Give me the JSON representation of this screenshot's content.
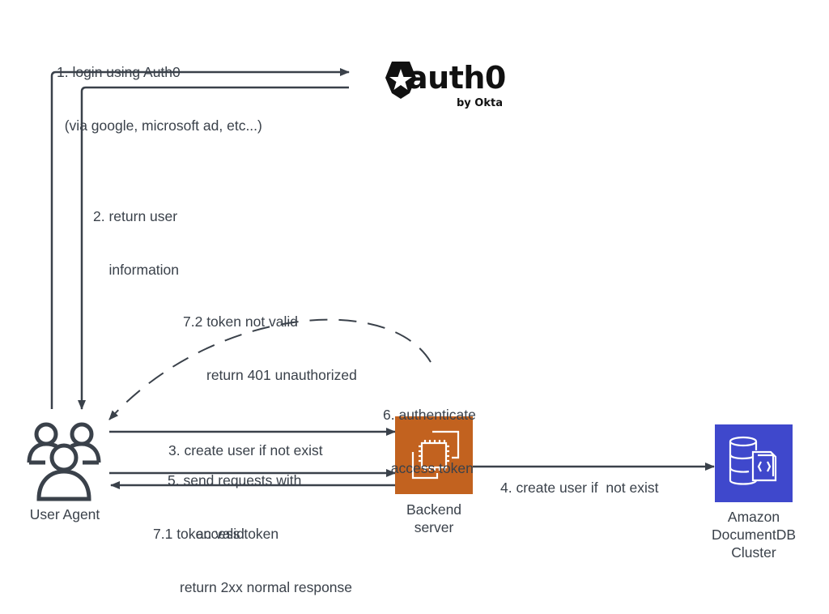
{
  "diagram": {
    "nodes": {
      "user_agent": {
        "label": "User Agent"
      },
      "auth0": {
        "wordmark": "auth0",
        "byline": "by Okta"
      },
      "backend": {
        "label_line1": "Backend",
        "label_line2": "server",
        "color": "#c2621f"
      },
      "documentdb": {
        "label_line1": "Amazon",
        "label_line2": "DocumentDB",
        "label_line3": "Cluster",
        "color": "#3f48cc"
      }
    },
    "edges": {
      "step1": {
        "line1": "1. login using Auth0",
        "line2": "  (via google, microsoft ad, etc...)"
      },
      "step2": {
        "line1": "2. return user",
        "line2": "    information"
      },
      "step3": {
        "line1": "3. create user if not exist"
      },
      "step4": {
        "line1": "4. create user if  not exist"
      },
      "step5": {
        "line1": "5. send requests with",
        "line2": "access token"
      },
      "step6": {
        "line1": "6. authenticate",
        "line2": "  access token"
      },
      "step71": {
        "line1": "7.1 token valid",
        "line2": "return 2xx normal response"
      },
      "step72": {
        "line1": "7.2 token not valid",
        "line2": "return 401 unauthorized"
      }
    },
    "colors": {
      "line": "#3a414a"
    }
  }
}
